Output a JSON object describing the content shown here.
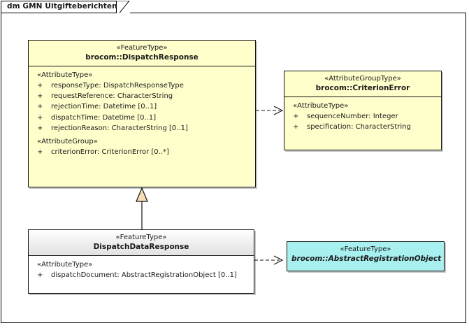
{
  "diagram": {
    "title": "dm GMN Uitgifteberichten",
    "type": "uml-class-diagram"
  },
  "colors": {
    "class_fill_yellow": "#ffffcc",
    "class_fill_cyan": "#a8f0f0",
    "class_fill_grey": "#eeeeee",
    "generalization_fill": "#f5deb3",
    "border": "#111111",
    "text": "#1a1a1a"
  },
  "classes": {
    "dispatch_response": {
      "stereotype": "«FeatureType»",
      "name": "brocom::DispatchResponse",
      "compartments": [
        {
          "stereotype": "«AttributeType»",
          "attributes": [
            {
              "visibility": "+",
              "text": "responseType: DispatchResponseType"
            },
            {
              "visibility": "+",
              "text": "requestReference: CharacterString"
            },
            {
              "visibility": "+",
              "text": "rejectionTime: Datetime [0..1]"
            },
            {
              "visibility": "+",
              "text": "dispatchTime: Datetime [0..1]"
            },
            {
              "visibility": "+",
              "text": "rejectionReason: CharacterString [0..1]"
            }
          ]
        },
        {
          "stereotype": "«AttributeGroup»",
          "attributes": [
            {
              "visibility": "+",
              "text": "criterionError: CriterionError [0..*]"
            }
          ]
        }
      ]
    },
    "criterion_error": {
      "stereotype": "«AttributeGroupType»",
      "name": "brocom::CriterionError",
      "compartments": [
        {
          "stereotype": "«AttributeType»",
          "attributes": [
            {
              "visibility": "+",
              "text": "sequenceNumber: Integer"
            },
            {
              "visibility": "+",
              "text": "specification: CharacterString"
            }
          ]
        }
      ]
    },
    "dispatch_data_response": {
      "stereotype": "«FeatureType»",
      "name": "DispatchDataResponse",
      "compartments": [
        {
          "stereotype": "«AttributeType»",
          "attributes": [
            {
              "visibility": "+",
              "text": "dispatchDocument: AbstractRegistrationObject [0..1]"
            }
          ]
        }
      ]
    },
    "abstract_registration_object": {
      "stereotype": "«FeatureType»",
      "name": "brocom::AbstractRegistrationObject"
    }
  },
  "connectors": [
    {
      "name": "dependency-dispatchresponse-to-criterionerror",
      "kind": "dependency",
      "style": "dashed-open-arrow",
      "from": "brocom::DispatchResponse",
      "to": "brocom::CriterionError"
    },
    {
      "name": "generalization-dispatchdataresponse-to-dispatchresponse",
      "kind": "generalization",
      "style": "solid-hollow-triangle",
      "from": "DispatchDataResponse",
      "to": "brocom::DispatchResponse"
    },
    {
      "name": "dependency-dispatchdataresponse-to-abstractregistrationobject",
      "kind": "dependency",
      "style": "dashed-open-arrow",
      "from": "DispatchDataResponse",
      "to": "brocom::AbstractRegistrationObject"
    }
  ]
}
